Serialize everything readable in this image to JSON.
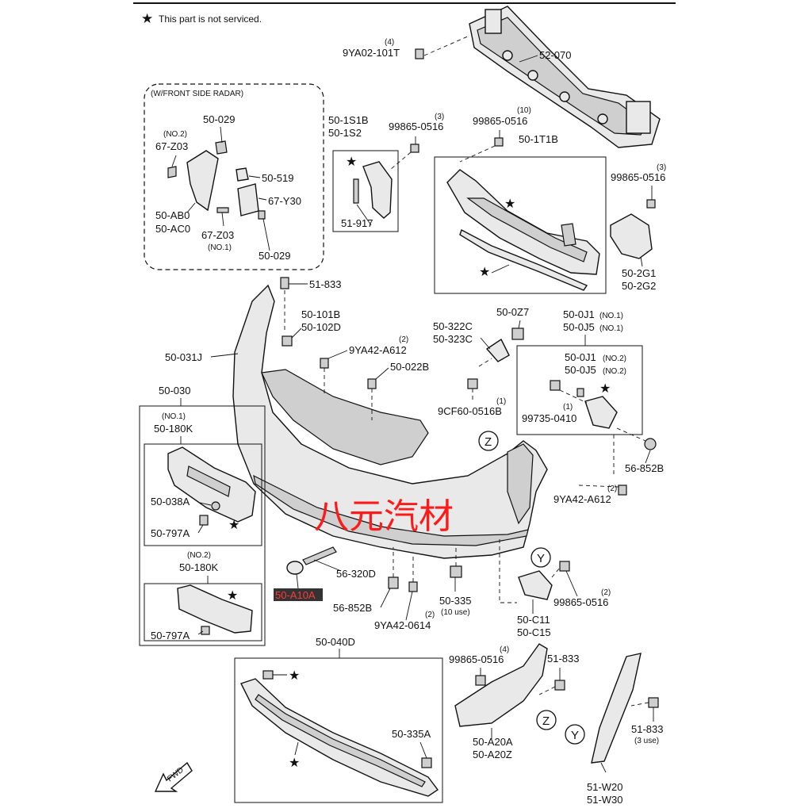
{
  "legend": {
    "star": "★",
    "text": "This part is not serviced."
  },
  "groups": {
    "radar_title": "(W/FRONT SIDE RADAR)"
  },
  "labels": {
    "p_4_top": "(4)",
    "p_9ya02_101t": "9YA02-101T",
    "p_52_070": "52-070",
    "p_50_029_a": "50-029",
    "p_no2_a": "(NO.2)",
    "p_67_z03_a": "67-Z03",
    "p_50_519": "50-519",
    "p_67_y30": "67-Y30",
    "p_50_ab0": "50-AB0",
    "p_50_ac0": "50-AC0",
    "p_67_z03_b": "67-Z03",
    "p_no1_a": "(NO.1)",
    "p_50_029_b": "50-029",
    "p_50_1s1b": "50-1S1B",
    "p_50_1s2": "50-1S2",
    "p_51_917": "51-917",
    "p_3_a": "(3)",
    "p_99865_0516_a": "99865-0516",
    "p_10": "(10)",
    "p_99865_0516_b": "99865-0516",
    "p_50_1t1b": "50-1T1B",
    "p_3_b": "(3)",
    "p_99865_0516_c": "99865-0516",
    "p_50_2g1": "50-2G1",
    "p_50_2g2": "50-2G2",
    "p_51_833_a": "51-833",
    "p_50_101b": "50-101B",
    "p_50_102d": "50-102D",
    "p_2_a": "(2)",
    "p_9ya42_a612_a": "9YA42-A612",
    "p_50_031j": "50-031J",
    "p_50_022b": "50-022B",
    "p_50_322c": "50-322C",
    "p_50_323c": "50-323C",
    "p_50_0z7": "50-0Z7",
    "p_50_0j1_a": "50-0J1",
    "p_no1_b": "(NO.1)",
    "p_50_0j5_a": "50-0J5",
    "p_no1_c": "(NO.1)",
    "p_50_0j1_b": "50-0J1",
    "p_no2_b": "(NO.2)",
    "p_50_0j5_b": "50-0J5",
    "p_no2_c": "(NO.2)",
    "p_1_a": "(1)",
    "p_9cf60_0516b": "9CF60-0516B",
    "p_1_b": "(1)",
    "p_99735_0410": "99735-0410",
    "p_50_030": "50-030",
    "p_no1_d": "(NO.1)",
    "p_50_180k_a": "50-180K",
    "p_50_038a": "50-038A",
    "p_50_797a_a": "50-797A",
    "p_no2_d": "(NO.2)",
    "p_50_180k_b": "50-180K",
    "p_50_797a_b": "50-797A",
    "p_56_852b_a": "56-852B",
    "p_2_b": "(2)",
    "p_9ya42_a612_b": "9YA42-A612",
    "p_56_320d": "56-320D",
    "p_50_a10a": "50-A10A",
    "p_56_852b_b": "56-852B",
    "p_2_c": "(2)",
    "p_9ya42_0614": "9YA42-0614",
    "p_50_335": "50-335",
    "p_10use": "(10 use)",
    "p_2_d": "(2)",
    "p_99865_0516_d": "99865-0516",
    "p_50_c11": "50-C11",
    "p_50_c15": "50-C15",
    "p_50_040d": "50-040D",
    "p_50_335a": "50-335A",
    "p_4_b": "(4)",
    "p_99865_0516_e": "99865-0516",
    "p_51_833_b": "51-833",
    "p_50_a20a": "50-A20A",
    "p_50_a20z": "50-A20Z",
    "p_51_833_c": "51-833",
    "p_3use": "(3 use)",
    "p_51_w20": "51-W20",
    "p_51_w30": "51-W30"
  },
  "callouts": {
    "z": "Z",
    "y": "Y"
  },
  "fwd": "FWD",
  "watermark": "八元汽材",
  "colors": {
    "watermark": "#ff1a1a",
    "highlight_bg": "#333333",
    "highlight_text": "#ff3b3b"
  }
}
